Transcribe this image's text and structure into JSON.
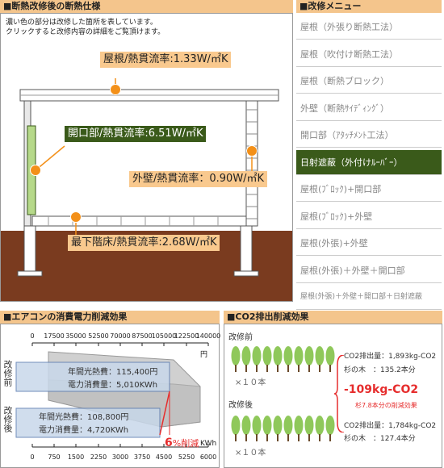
{
  "spec": {
    "header": "■断熱改修後の断熱仕様",
    "desc_line1": "濃い色の部分は改修した箇所を表しています。",
    "desc_line2": "クリックすると改修内容の詳細をご覧頂けます。",
    "labels": {
      "roof": "屋根/熱貫流率:1.33W/㎡K",
      "opening": "開口部/熱貫流率:6.51W/㎡K",
      "wall": "外壁/熱貫流率：0.90W/㎡K",
      "floor": "最下階床/熱貫流率:2.68W/㎡K"
    }
  },
  "menu": {
    "header": "■改修メニュー",
    "items": [
      {
        "label": "屋根（外張り断熱工法）",
        "active": false
      },
      {
        "label": "屋根（吹付け断熱工法）",
        "active": false
      },
      {
        "label": "屋根（断熱ブロック）",
        "active": false
      },
      {
        "label": "外壁（断熱ｻｲﾃﾞｨﾝｸﾞ）",
        "active": false
      },
      {
        "label": "開口部（ｱﾀｯﾁﾒﾝﾄ工法）",
        "active": false
      },
      {
        "label": "日射遮蔽（外付けﾙｰﾊﾞｰ）",
        "active": true
      },
      {
        "label": "屋根(ﾌﾞﾛｯｸ)+開口部",
        "active": false
      },
      {
        "label": "屋根(ﾌﾞﾛｯｸ)+外壁",
        "active": false
      },
      {
        "label": "屋根(外張)+外壁",
        "active": false
      },
      {
        "label": "屋根(外張)＋外壁＋開口部",
        "active": false
      },
      {
        "label": "屋根(外張)＋外壁＋開口部＋日射遮蔽",
        "active": false
      }
    ]
  },
  "aircon": {
    "header": "■エアコンの消費電力削減効果",
    "top_ticks": [
      "0",
      "17500",
      "35000",
      "52500",
      "70000",
      "87500",
      "105000",
      "122500",
      "140000"
    ],
    "top_unit": "円",
    "bottom_ticks": [
      "0",
      "750",
      "1500",
      "2250",
      "3000",
      "3750",
      "4500",
      "5250",
      "6000"
    ],
    "bottom_unit": "KWh",
    "before_label": "改修前",
    "after_label": "改修後",
    "before_cost": "年間光熱費：115,400円",
    "before_power": "電力消費量：5,010KWh",
    "after_cost": "年間光熱費：108,800円",
    "after_power": "電力消費量：4,720KWh",
    "reduction_pct": "6",
    "reduction_suffix": "%削減"
  },
  "co2": {
    "header": "■CO2排出削減効果",
    "before_label": "改修前",
    "after_label": "改修後",
    "before_trees": "×１０本",
    "after_trees": "×１０本",
    "before_emission": "CO2排出量：1,893kg-CO2",
    "before_tree_eq": "杉の木　：135.2本分",
    "after_emission": "CO2排出量：1,784kg-CO2",
    "after_tree_eq": "杉の木　：127.4本分",
    "reduction": "-109kg-CO2",
    "reduction_note": "杉7.8本分の削減効果"
  },
  "colors": {
    "accent": "#f39019",
    "header_bg": "#f4c58c",
    "active_green": "#3a5a1a",
    "ground": "#7a3b1f",
    "reduction_red": "#e62d2d"
  }
}
